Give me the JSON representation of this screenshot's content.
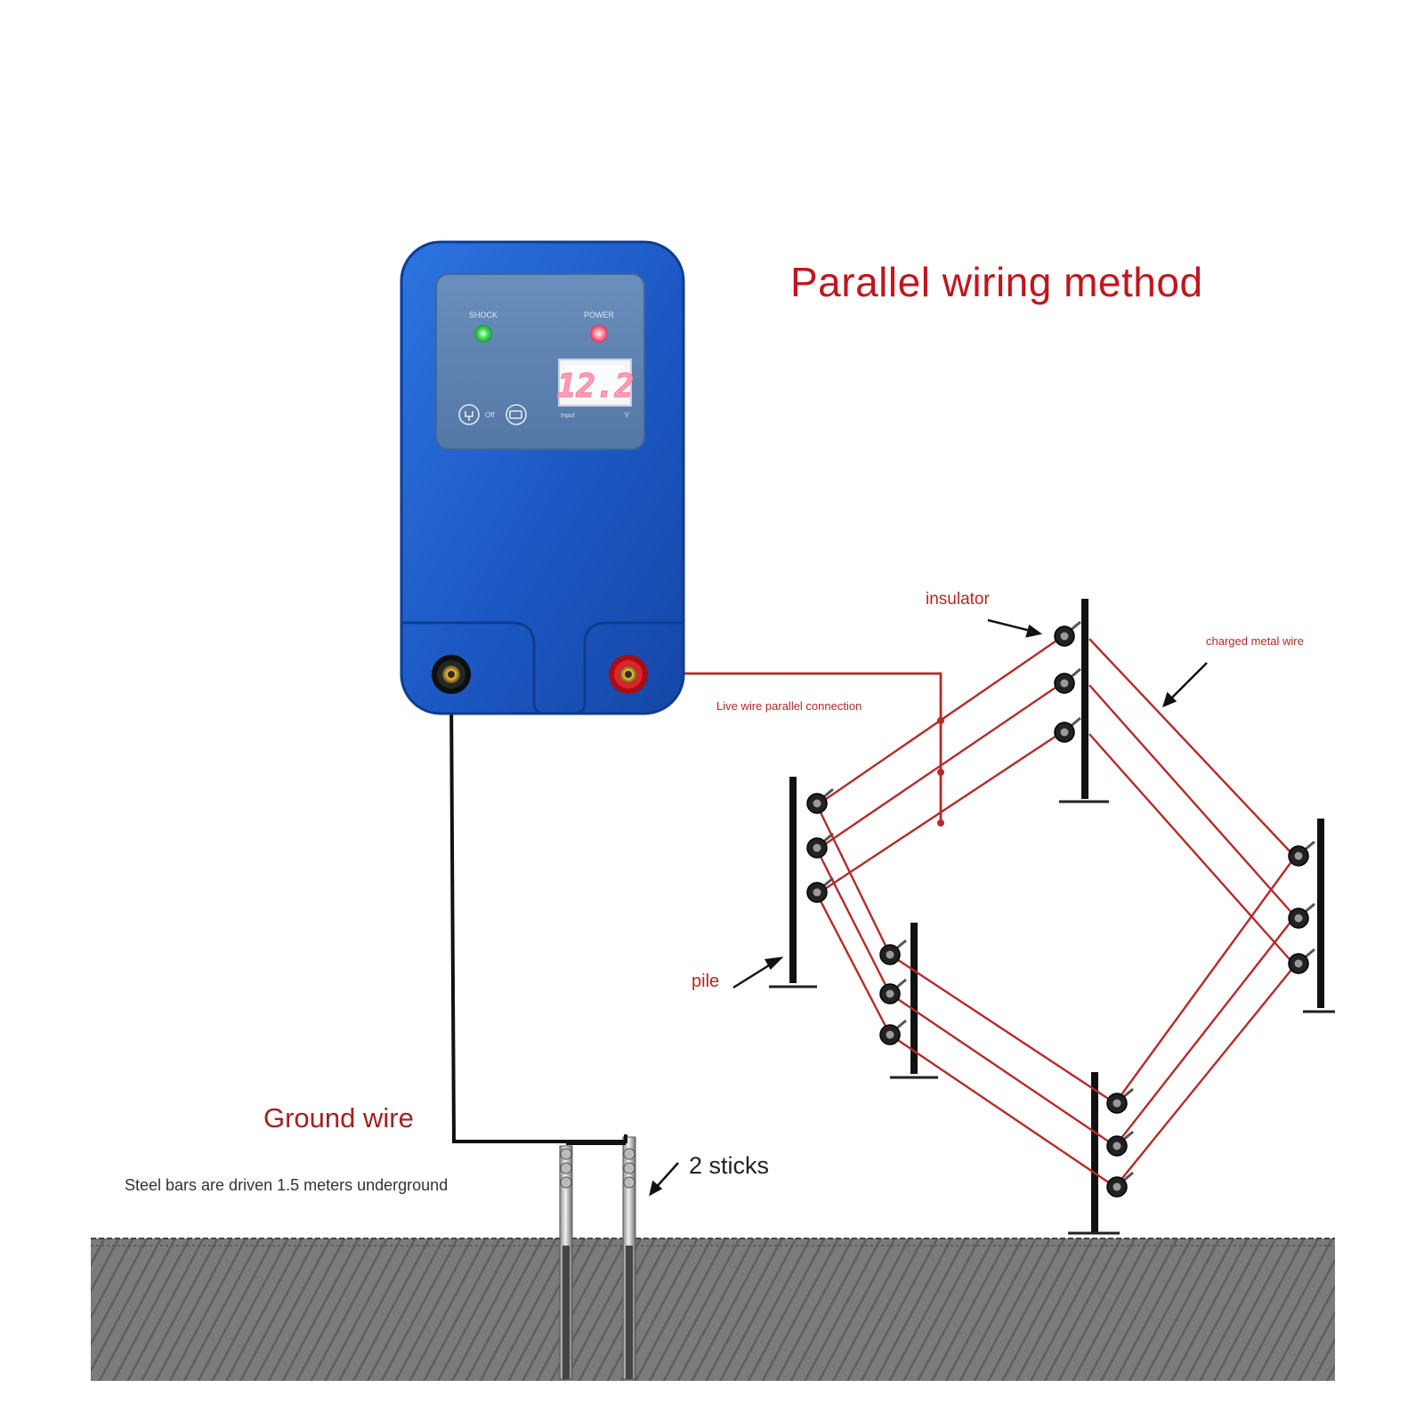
{
  "title": "Parallel wiring method",
  "labels": {
    "ground_wire": "Ground wire",
    "steel_bars_note": "Steel bars are driven 1.5 meters underground",
    "two_sticks": "2 sticks",
    "insulator": "insulator",
    "charged_metal_wire": "charged metal wire",
    "live_wire": "Live wire parallel connection",
    "pile": "pile"
  },
  "device": {
    "indicator_shock": "SHOCK",
    "indicator_power": "POWER",
    "display_value": "12.2",
    "display_label": "Input",
    "display_unit": "V",
    "switch_label": "Off",
    "colors": {
      "body": "#1f5ec9",
      "panel": "#5f86b4",
      "shock_led": "#3fe05a",
      "power_led": "#ff5a78",
      "display_digits": "#ffb2c4",
      "live_terminal": "#d8141e",
      "ground_terminal": "#111111"
    }
  },
  "colors": {
    "title": "#c2151c",
    "labels": "#b42727",
    "charged_wire": "#b52a2a",
    "ground_wire": "#111111",
    "soil": "#7a7a7a"
  },
  "icons": [
    "mains-plug-icon",
    "battery-icon",
    "shock-led-icon",
    "power-led-icon"
  ]
}
